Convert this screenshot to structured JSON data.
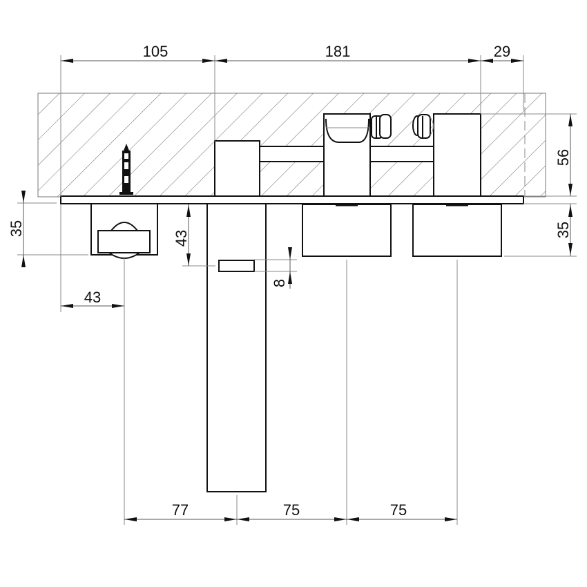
{
  "diagram": {
    "type": "technical-drawing",
    "subject": "wall-mounted three-hole bath mixer, front/top section view",
    "units": "mm",
    "dimensions": {
      "top": [
        {
          "id": "wall-to-spout-axis",
          "label": "105"
        },
        {
          "id": "spout-to-handle-right",
          "label": "181"
        },
        {
          "id": "handle-right-to-wall-end",
          "label": "29"
        }
      ],
      "right": [
        {
          "id": "embed-depth",
          "label": "56"
        },
        {
          "id": "handle-projection-right",
          "label": "35"
        }
      ],
      "left": [
        {
          "id": "shower-holder-projection",
          "label": "35"
        },
        {
          "id": "shower-holder-offset",
          "label": "43"
        }
      ],
      "center": [
        {
          "id": "spout-outlet-offset",
          "label": "43"
        },
        {
          "id": "spout-outlet-height",
          "label": "8"
        }
      ],
      "bottom": [
        {
          "id": "holder-to-spout",
          "label": "77"
        },
        {
          "id": "spout-to-handle-1",
          "label": "75"
        },
        {
          "id": "handle-1-to-handle-2",
          "label": "75"
        }
      ]
    },
    "components": [
      {
        "id": "wall",
        "label": "hatched wall section"
      },
      {
        "id": "cover-plate",
        "label": "wall cover plate"
      },
      {
        "id": "wall-anchor",
        "label": "wall plug / screw anchor"
      },
      {
        "id": "shower-holder",
        "label": "hand shower holder"
      },
      {
        "id": "spout",
        "label": "spout"
      },
      {
        "id": "handle-left",
        "label": "left handle"
      },
      {
        "id": "handle-right",
        "label": "right handle"
      },
      {
        "id": "valve-body",
        "label": "concealed valve body"
      }
    ]
  }
}
